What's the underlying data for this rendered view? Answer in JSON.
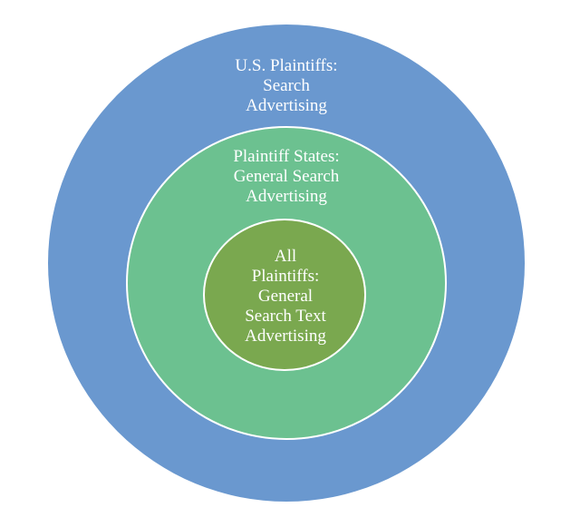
{
  "diagram": {
    "outer": {
      "lines": [
        "U.S. Plaintiffs:",
        "Search",
        "Advertising"
      ],
      "color": "#6a98cf"
    },
    "middle": {
      "lines": [
        "Plaintiff States:",
        "General Search",
        "Advertising"
      ],
      "color": "#6cc190"
    },
    "inner": {
      "lines": [
        "All",
        "Plaintiffs:",
        "General",
        "Search Text",
        "Advertising"
      ],
      "color": "#7aa84f"
    }
  }
}
